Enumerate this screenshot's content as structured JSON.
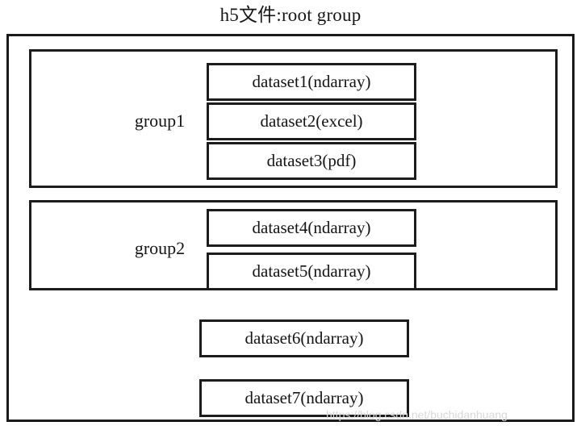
{
  "diagram": {
    "title": "h5文件:root group",
    "type": "hdf5-file-structure",
    "root": {
      "name": "root group",
      "groups": [
        {
          "label": "group1",
          "datasets": [
            {
              "label": "dataset1(ndarray)"
            },
            {
              "label": "dataset2(excel)"
            },
            {
              "label": "dataset3(pdf)"
            }
          ]
        },
        {
          "label": "group2",
          "datasets": [
            {
              "label": "dataset4(ndarray)"
            },
            {
              "label": "dataset5(ndarray)"
            }
          ]
        }
      ],
      "datasets": [
        {
          "label": "dataset6(ndarray)"
        },
        {
          "label": "dataset7(ndarray)"
        }
      ]
    }
  },
  "watermark": {
    "text": "https://blog.csdn.net/buchidanhuang"
  },
  "colors": {
    "background": "#ffffff",
    "stroke": "#1c1c1c",
    "text": "#141414",
    "watermark": "#d8d8d8"
  }
}
